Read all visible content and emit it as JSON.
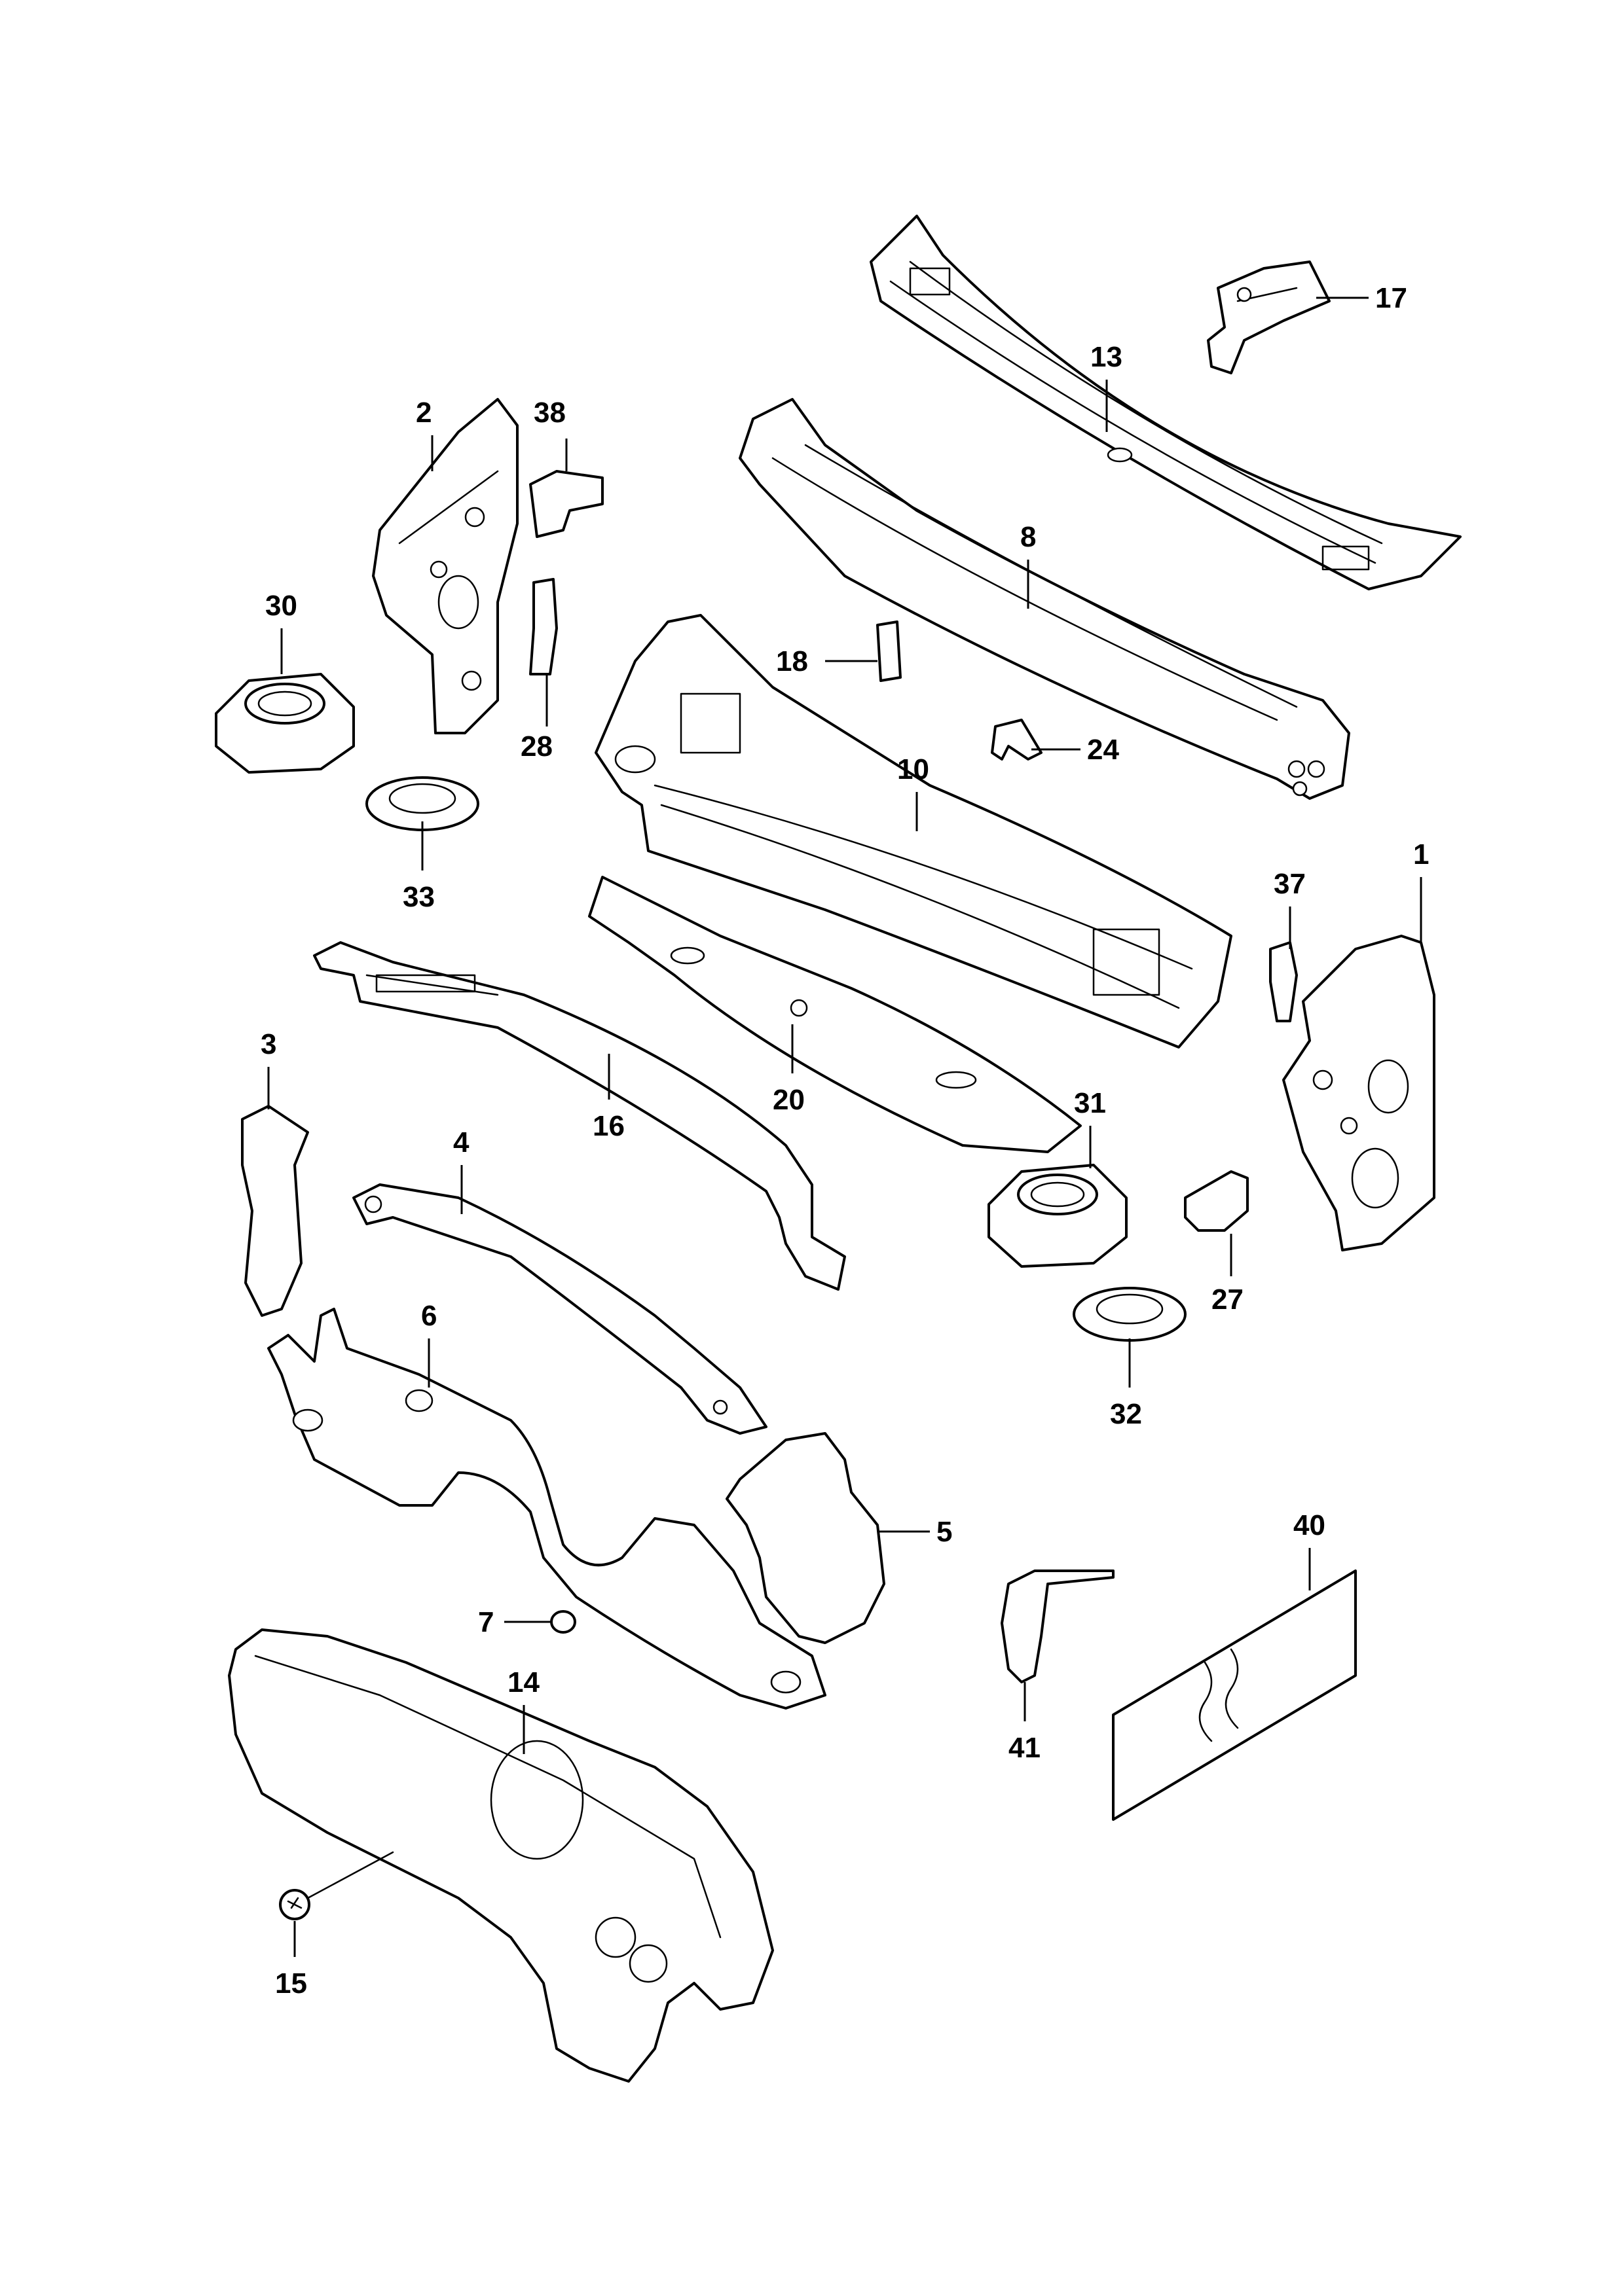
{
  "callouts": {
    "c1": "1",
    "c2": "2",
    "c3": "3",
    "c4": "4",
    "c5": "5",
    "c6": "6",
    "c7": "7",
    "c8": "8",
    "c10": "10",
    "c13": "13",
    "c14": "14",
    "c15": "15",
    "c16": "16",
    "c17": "17",
    "c18": "18",
    "c20": "20",
    "c24": "24",
    "c27": "27",
    "c28": "28",
    "c30": "30",
    "c31": "31",
    "c32": "32",
    "c33": "33",
    "c37": "37",
    "c38": "38",
    "c40": "40",
    "c41": "41"
  },
  "colors": {
    "line": "#000000",
    "background": "#ffffff"
  }
}
